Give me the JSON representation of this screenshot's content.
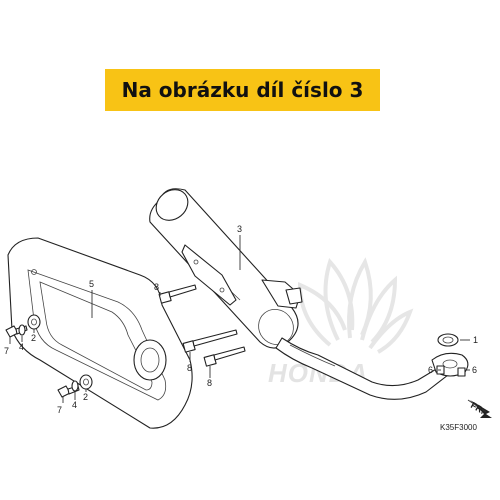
{
  "banner": {
    "text": "Na obrázku díl číslo 3",
    "color": "#f8c315"
  },
  "watermark": {
    "text": "HONDA",
    "color": "#e3e3e3"
  },
  "callouts": [
    {
      "id": "callout-1",
      "label": "1"
    },
    {
      "id": "callout-2a",
      "label": "2"
    },
    {
      "id": "callout-2b",
      "label": "2"
    },
    {
      "id": "callout-3",
      "label": "3"
    },
    {
      "id": "callout-4a",
      "label": "4"
    },
    {
      "id": "callout-4b",
      "label": "4"
    },
    {
      "id": "callout-5",
      "label": "5"
    },
    {
      "id": "callout-6a",
      "label": "6"
    },
    {
      "id": "callout-6b",
      "label": "6"
    },
    {
      "id": "callout-7a",
      "label": "7"
    },
    {
      "id": "callout-7b",
      "label": "7"
    },
    {
      "id": "callout-8a",
      "label": "8"
    },
    {
      "id": "callout-8b",
      "label": "8"
    },
    {
      "id": "callout-8c",
      "label": "8"
    }
  ],
  "front_label": "FR.",
  "diagram_code": "K35F3000"
}
